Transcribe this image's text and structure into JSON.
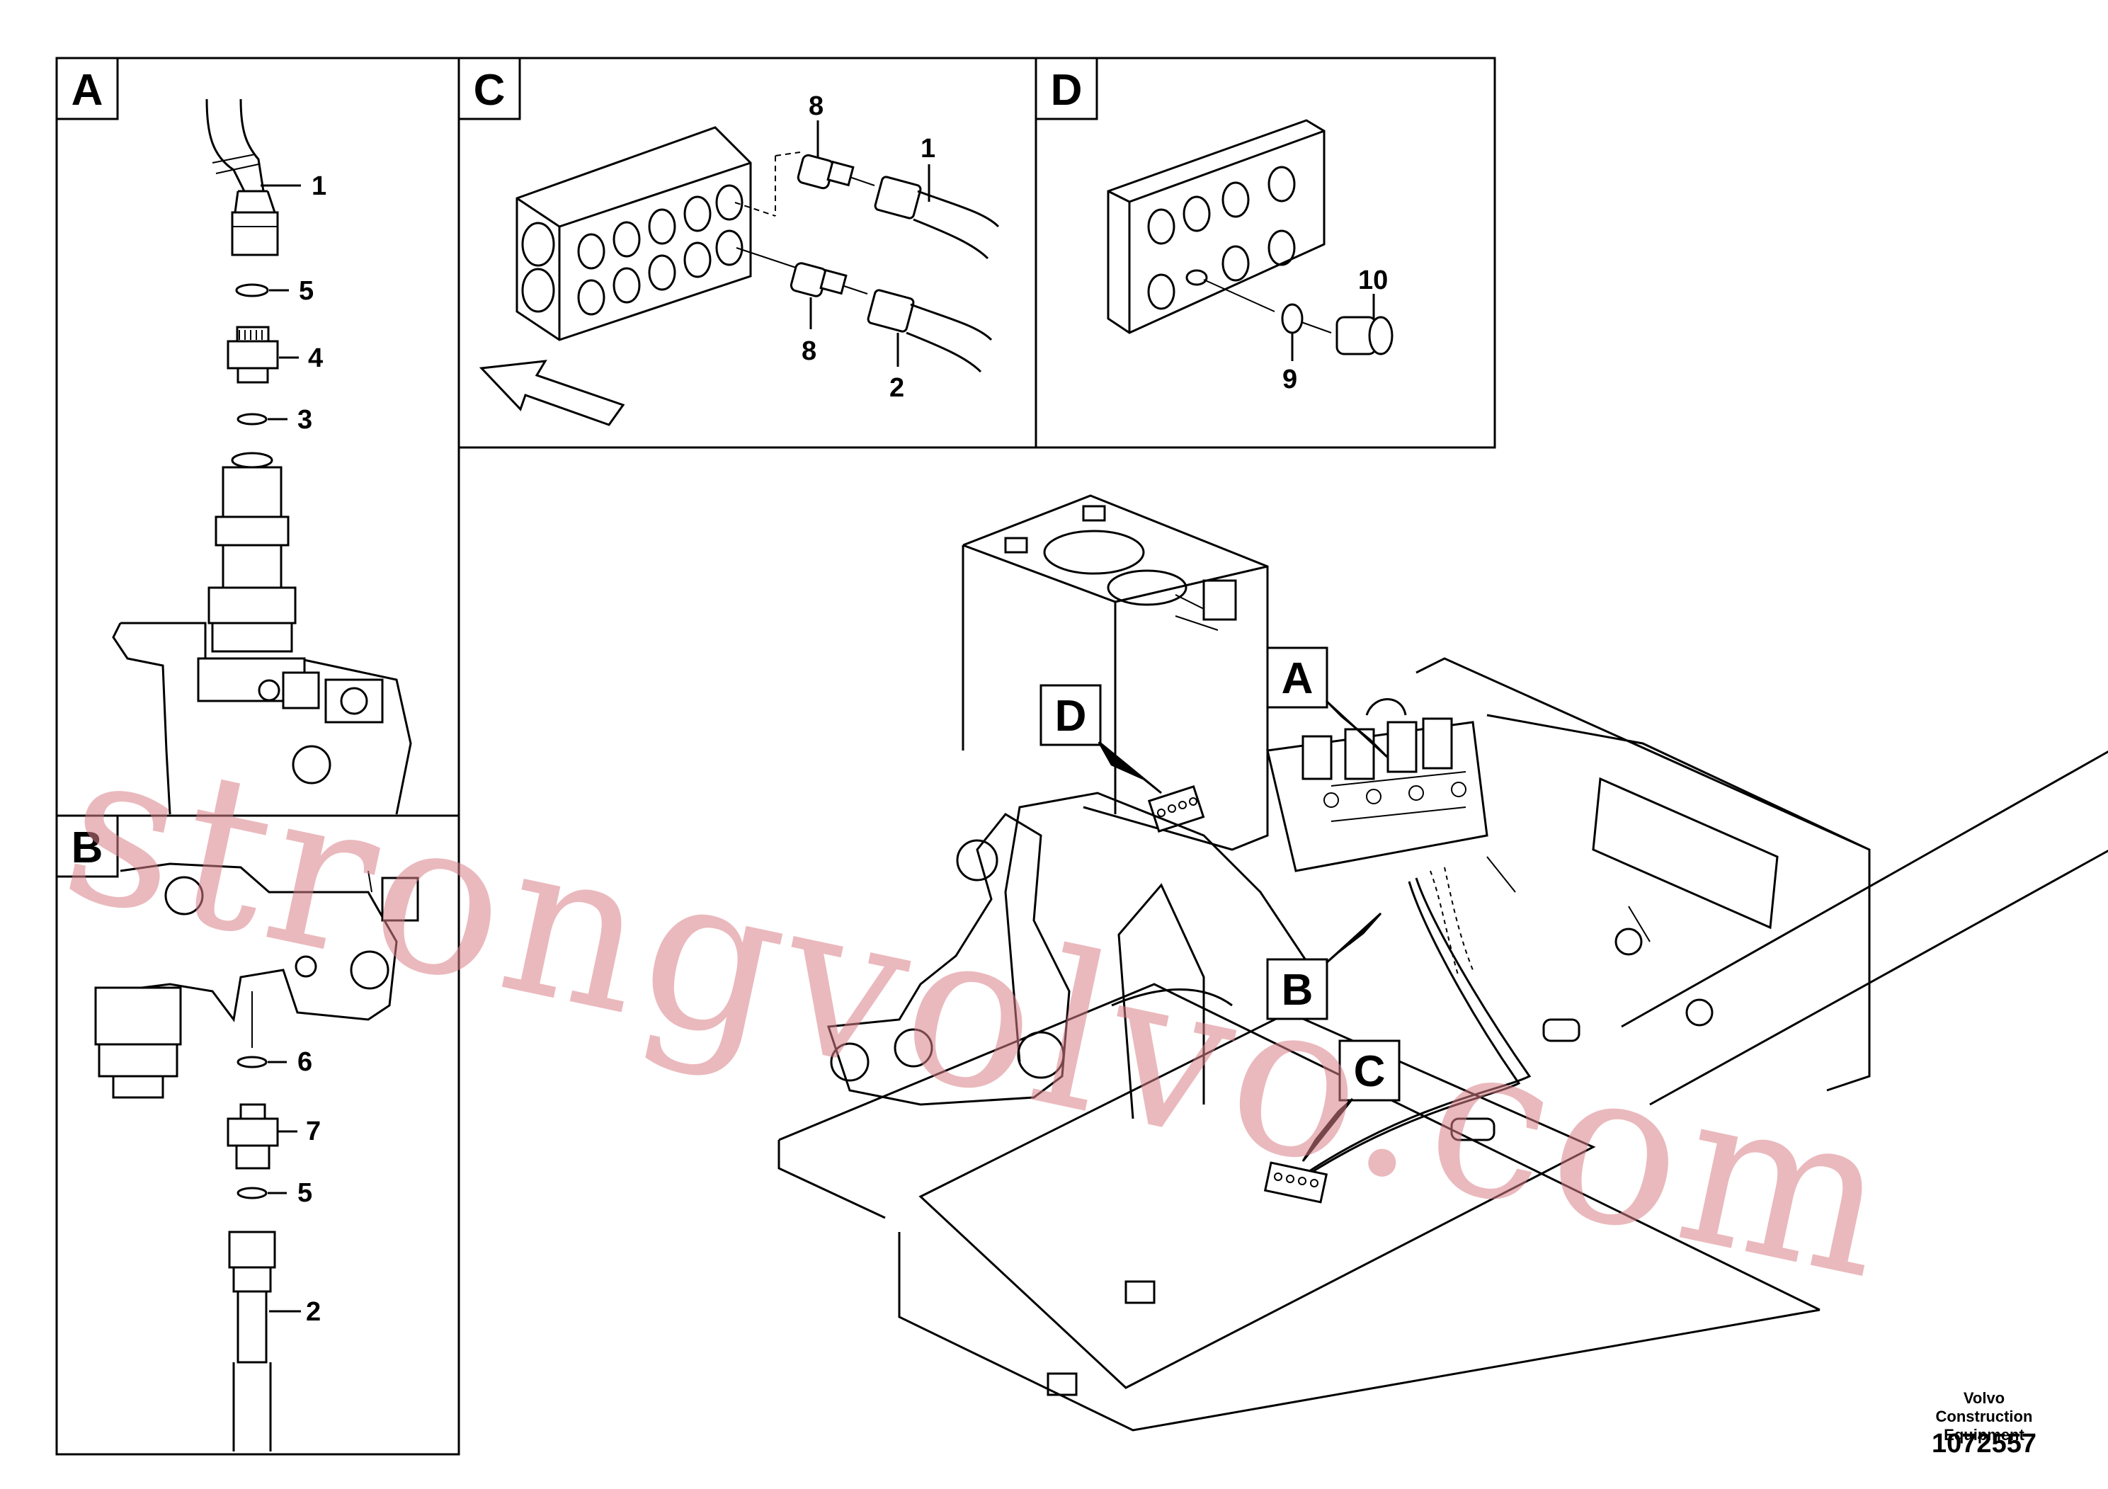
{
  "panels": {
    "a": {
      "letter": "A"
    },
    "b": {
      "letter": "B"
    },
    "c": {
      "letter": "C"
    },
    "d": {
      "letter": "D"
    }
  },
  "callouts": {
    "a": [
      "1",
      "5",
      "4",
      "3"
    ],
    "b": [
      "6",
      "7",
      "5",
      "2"
    ],
    "c": [
      "8",
      "1",
      "8",
      "2"
    ],
    "d": [
      "10",
      "9"
    ]
  },
  "overview_tags": [
    "A",
    "B",
    "C",
    "D"
  ],
  "watermark": "strongvolvo.com",
  "footer": {
    "company_line1": "Volvo Construction",
    "company_line2": "Equipment",
    "drawing_number": "1072557"
  }
}
